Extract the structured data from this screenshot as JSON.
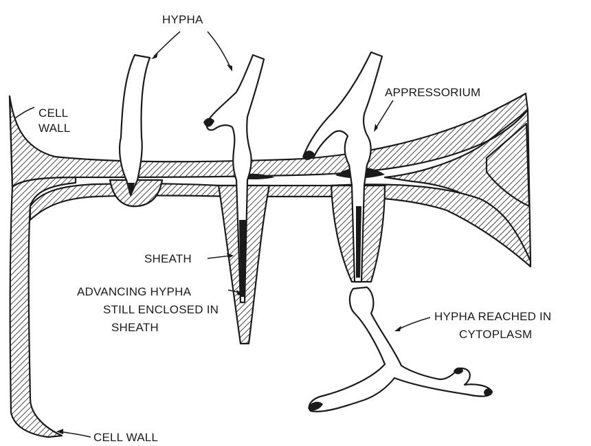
{
  "labels": {
    "hypha": "HYPHA",
    "cell_wall_1": "CELL",
    "cell_wall_2": "WALL",
    "appressorium": "APPRESSORIUM",
    "sheath": "SHEATH",
    "advancing_1": "ADVANCING HYPHA",
    "advancing_2": "STILL ENCLOSED IN",
    "advancing_3": "SHEATH",
    "cytoplasm_1": "HYPHA REACHED IN",
    "cytoplasm_2": "CYTOPLASM",
    "cell_wall_bottom": "CELL WALL"
  }
}
